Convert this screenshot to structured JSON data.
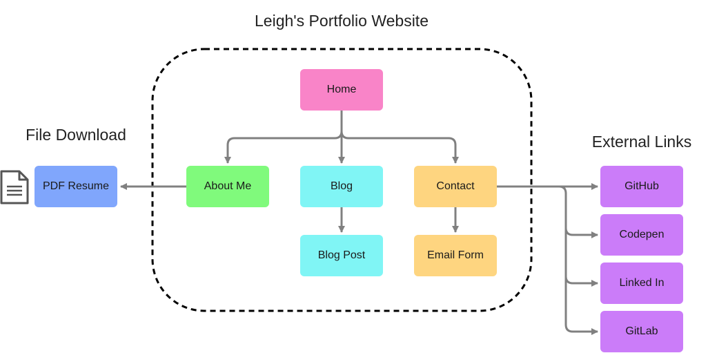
{
  "title": "Leigh's Portfolio Website",
  "groups": {
    "file_download": "File Download",
    "external_links": "External Links"
  },
  "nodes": {
    "home": "Home",
    "about": "About Me",
    "blog": "Blog",
    "contact": "Contact",
    "blog_post": "Blog Post",
    "email_form": "Email Form",
    "pdf": "PDF Resume",
    "github": "GitHub",
    "codepen": "Codepen",
    "linkedin": "Linked In",
    "gitlab": "GitLab"
  },
  "colors": {
    "home": "#f984c8",
    "about": "#80fa7c",
    "blog": "#80f5f5",
    "blog_post": "#80f5f5",
    "contact": "#fed580",
    "email_form": "#fed580",
    "pdf": "#80a6fc",
    "external": "#cb7cf9",
    "edge": "#808080",
    "boundary": "#000000"
  },
  "icons": {
    "file_download": "document-icon"
  },
  "edges": [
    [
      "home",
      "about"
    ],
    [
      "home",
      "blog"
    ],
    [
      "home",
      "contact"
    ],
    [
      "blog",
      "blog_post"
    ],
    [
      "contact",
      "email_form"
    ],
    [
      "about",
      "pdf"
    ],
    [
      "contact",
      "github"
    ],
    [
      "contact",
      "codepen"
    ],
    [
      "contact",
      "linkedin"
    ],
    [
      "contact",
      "gitlab"
    ]
  ]
}
